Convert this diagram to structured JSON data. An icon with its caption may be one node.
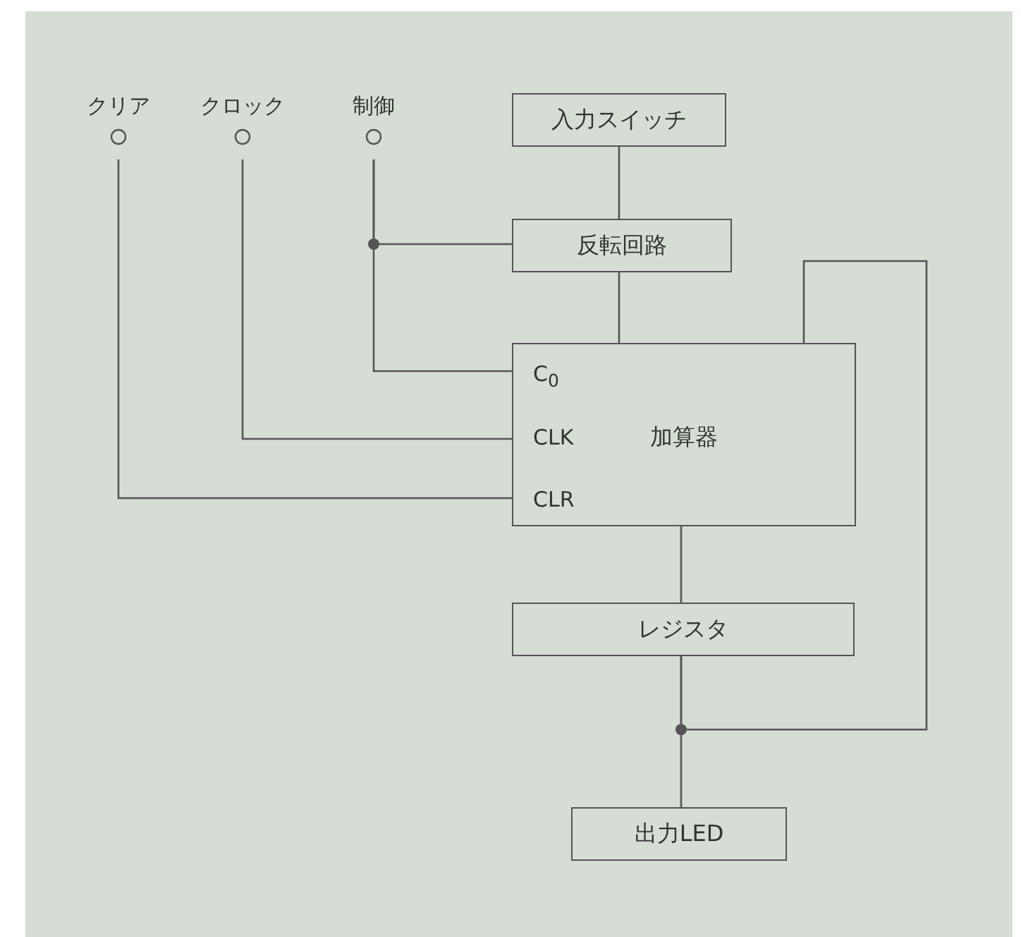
{
  "diagram": {
    "nodes": [
      {
        "text": [
          "クリア"
        ]
      },
      {
        "text": [
          "クロック"
        ]
      },
      {
        "text": [
          "制御"
        ]
      },
      {
        "text": [
          "入力スイッチ"
        ]
      },
      {
        "text": [
          "反転回路"
        ]
      },
      {
        "text": [
          "加算器",
          "C$_{0}$",
          "CLK",
          "CLR"
        ]
      },
      {
        "text": [
          "レジスタ"
        ]
      },
      {
        "text": [
          "出力LED"
        ]
      }
    ],
    "edges": [
      {
        "from": 0,
        "to": 5,
        "arrow": "none"
      },
      {
        "from": 1,
        "to": 5,
        "arrow": "none"
      },
      {
        "from": 2,
        "to": 4,
        "arrow": "none"
      },
      {
        "from": 2,
        "to": 5,
        "arrow": "none"
      },
      {
        "from": 3,
        "to": 4,
        "arrow": "none"
      },
      {
        "from": 4,
        "to": 5,
        "arrow": "none"
      },
      {
        "from": 5,
        "to": 6,
        "arrow": "none"
      },
      {
        "from": 6,
        "to": 7,
        "arrow": "none"
      },
      {
        "from": 6,
        "to": 5,
        "arrow": "none"
      }
    ]
  }
}
